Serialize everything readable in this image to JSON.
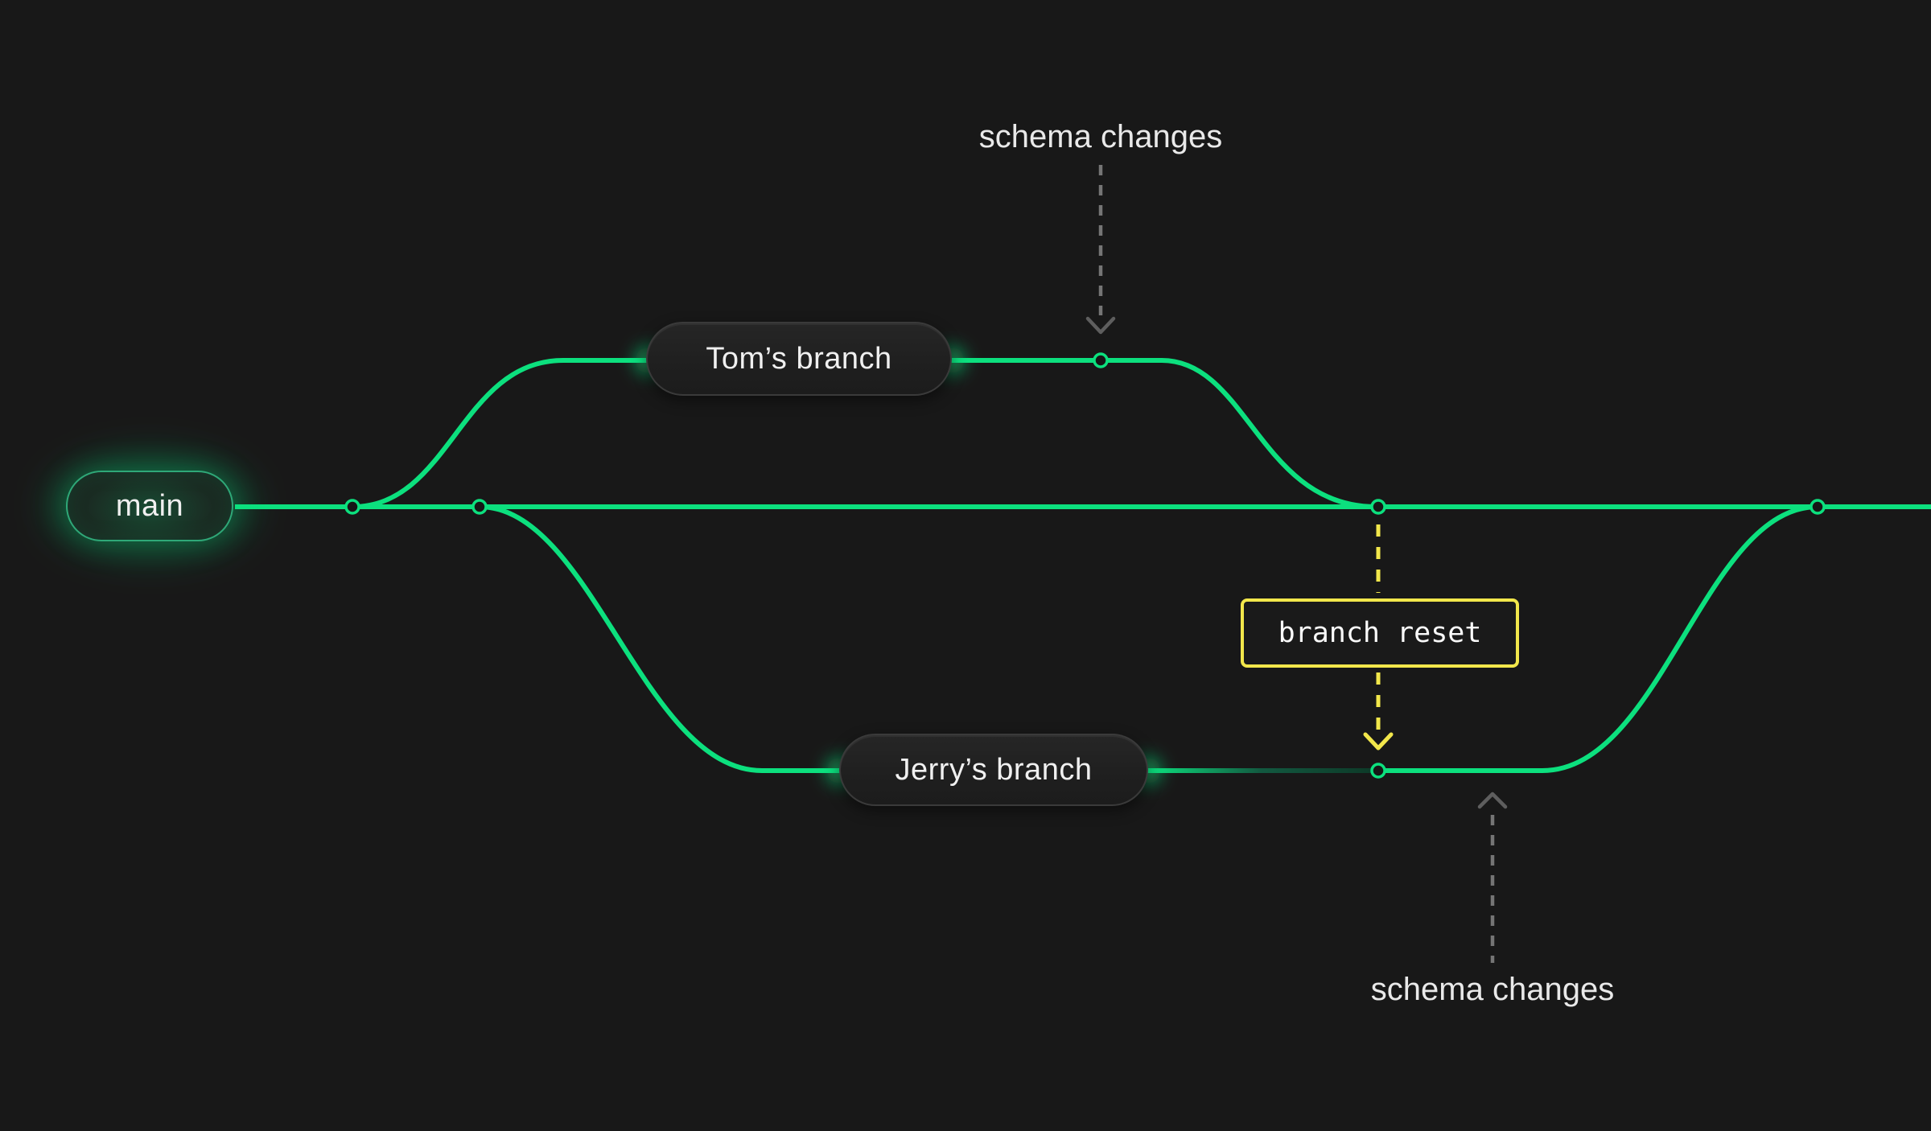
{
  "diagram": {
    "kind": "git-branching-diagram",
    "colors": {
      "background": "#181818",
      "branch_green": "#0ce07e",
      "faded_branch_green": "#0d3a28",
      "highlight_yellow": "#f2e74b",
      "dash_gray": "#757575",
      "text": "#e9e9e9"
    },
    "branches": [
      {
        "id": "main",
        "label": "main",
        "commit_nodes": 4
      },
      {
        "id": "tom",
        "label": "Tom’s branch",
        "commit_nodes": 1
      },
      {
        "id": "jerry",
        "label": "Jerry’s branch",
        "commit_nodes": 1
      }
    ],
    "annotations": {
      "schema_changes_top": {
        "text": "schema changes",
        "arrow": "down",
        "color": "gray"
      },
      "branch_reset": {
        "text": "branch reset",
        "arrow": "down",
        "color": "yellow"
      },
      "schema_changes_bottom": {
        "text": "schema changes",
        "arrow": "up",
        "color": "gray"
      }
    }
  }
}
